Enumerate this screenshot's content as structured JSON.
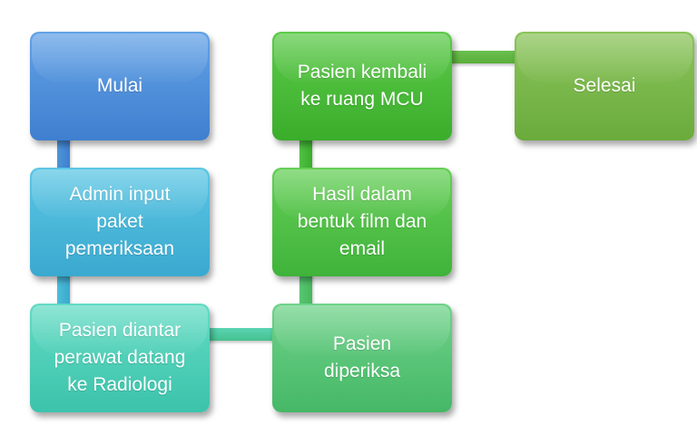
{
  "diagram": {
    "nodes": {
      "mulai": "Mulai",
      "admin_input": "Admin input\npaket\npemeriksaan",
      "pasien_diantar": "Pasien diantar\nperawat datang\nke Radiologi",
      "pasien_diperiksa": "Pasien\ndiperiksa",
      "hasil": "Hasil dalam\nbentuk film dan\nemail",
      "pasien_kembali": "Pasien kembali\nke ruang MCU",
      "selesai": "Selesai"
    },
    "edges": [
      [
        "Mulai",
        "Admin input paket pemeriksaan"
      ],
      [
        "Admin input paket pemeriksaan",
        "Pasien diantar perawat datang ke Radiologi"
      ],
      [
        "Pasien diantar perawat datang ke Radiologi",
        "Pasien diperiksa"
      ],
      [
        "Pasien diperiksa",
        "Hasil dalam bentuk film dan email"
      ],
      [
        "Hasil dalam bentuk film dan email",
        "Pasien kembali ke ruang MCU"
      ],
      [
        "Pasien kembali ke ruang MCU",
        "Selesai"
      ]
    ],
    "colors": {
      "mulai": "#4f8fd9",
      "admin_input": "#47b5d8",
      "pasien_diantar": "#4dccb5",
      "pasien_diperiksa": "#55c374",
      "hasil": "#4cbe44",
      "pasien_kembali": "#48bb38",
      "selesai": "#78b548"
    }
  }
}
